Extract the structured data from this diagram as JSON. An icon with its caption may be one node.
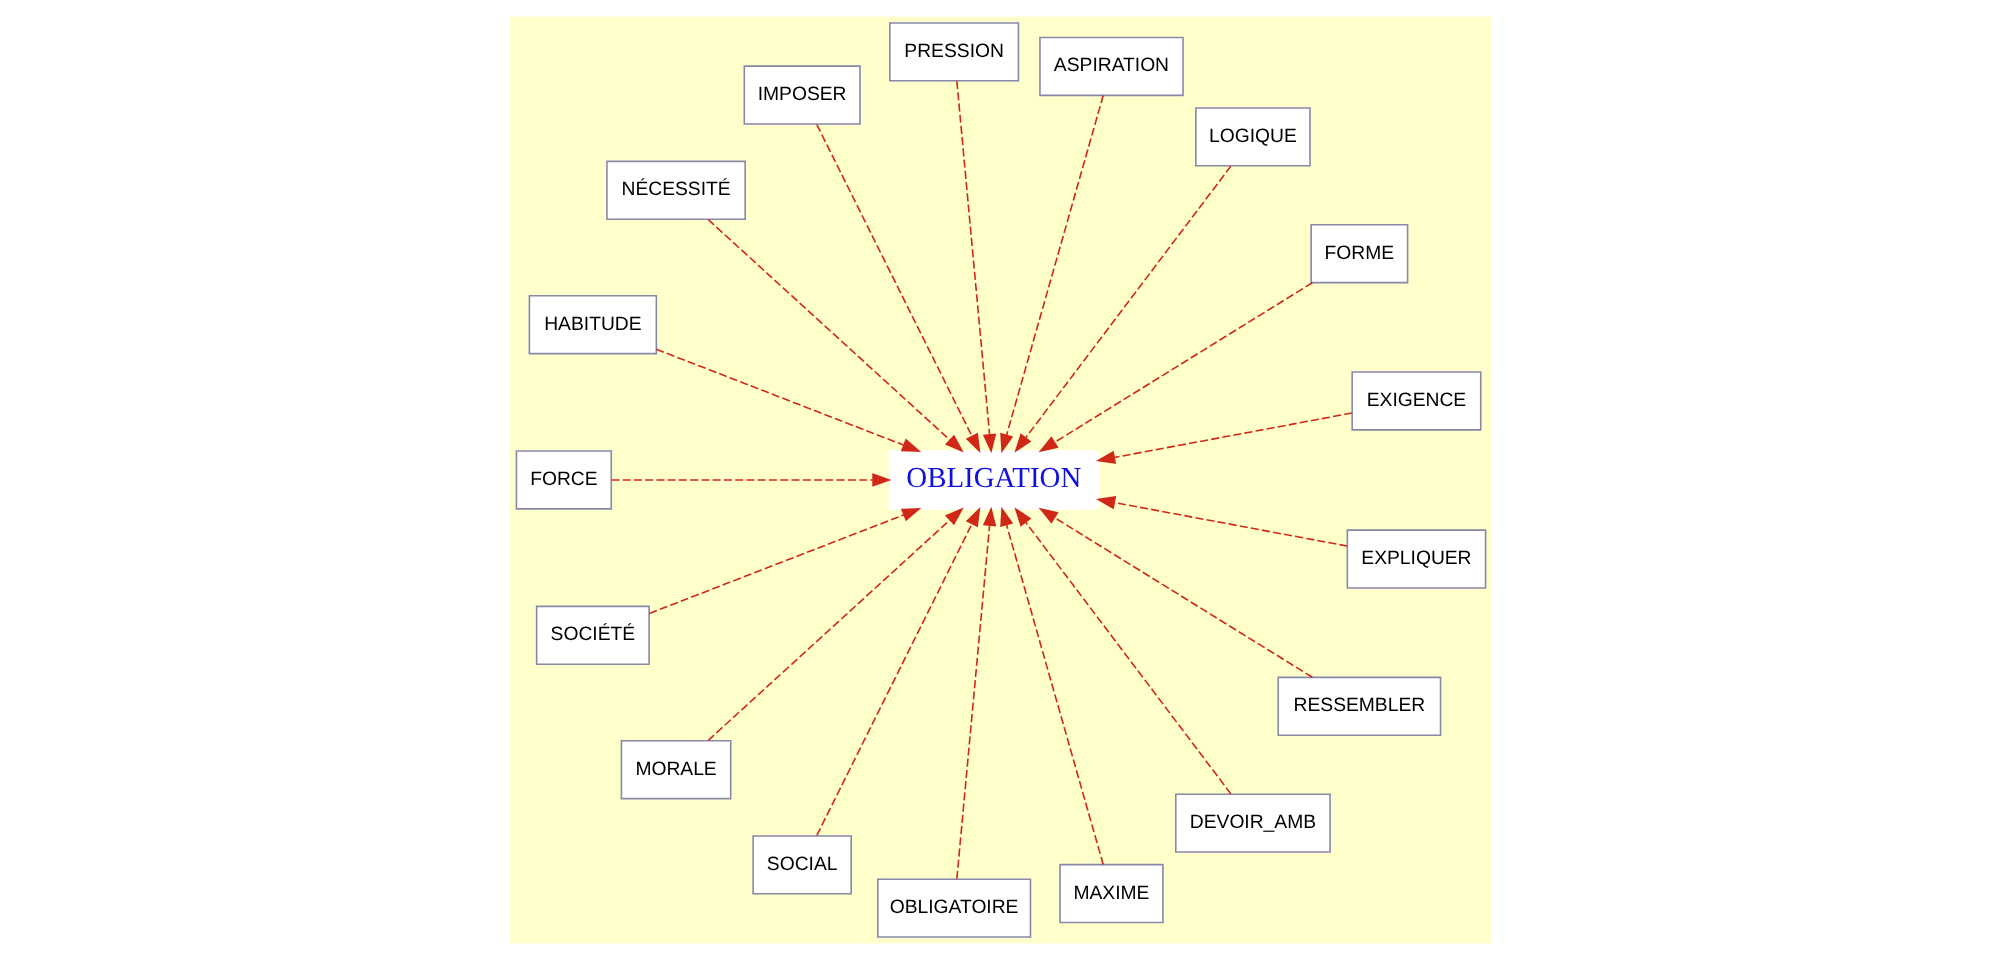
{
  "diagram": {
    "nodes": [
      {
        "text": [
          "OBLIGATION"
        ]
      },
      {
        "text": [
          "EXIGENCE"
        ]
      },
      {
        "text": [
          "FORME"
        ]
      },
      {
        "text": [
          "LOGIQUE"
        ]
      },
      {
        "text": [
          "ASPIRATION"
        ]
      },
      {
        "text": [
          "PRESSION"
        ]
      },
      {
        "text": [
          "IMPOSER"
        ]
      },
      {
        "text": [
          "NÉCESSITÉ"
        ]
      },
      {
        "text": [
          "HABITUDE"
        ]
      },
      {
        "text": [
          "FORCE"
        ]
      },
      {
        "text": [
          "SOCIÉTÉ"
        ]
      },
      {
        "text": [
          "MORALE"
        ]
      },
      {
        "text": [
          "SOCIAL"
        ]
      },
      {
        "text": [
          "OBLIGATOIRE"
        ]
      },
      {
        "text": [
          "MAXIME"
        ]
      },
      {
        "text": [
          "DEVOIR_AMB"
        ]
      },
      {
        "text": [
          "RESSEMBLER"
        ]
      },
      {
        "text": [
          "EXPLIQUER"
        ]
      }
    ],
    "edges": [
      {
        "from": 1,
        "to": 0,
        "arrow": "to",
        "style": "dashed"
      },
      {
        "from": 2,
        "to": 0,
        "arrow": "to",
        "style": "dashed"
      },
      {
        "from": 3,
        "to": 0,
        "arrow": "to",
        "style": "dashed"
      },
      {
        "from": 4,
        "to": 0,
        "arrow": "to",
        "style": "dashed"
      },
      {
        "from": 5,
        "to": 0,
        "arrow": "to",
        "style": "dashed"
      },
      {
        "from": 6,
        "to": 0,
        "arrow": "to",
        "style": "dashed"
      },
      {
        "from": 7,
        "to": 0,
        "arrow": "to",
        "style": "dashed"
      },
      {
        "from": 8,
        "to": 0,
        "arrow": "to",
        "style": "dashed"
      },
      {
        "from": 9,
        "to": 0,
        "arrow": "to",
        "style": "dashed"
      },
      {
        "from": 10,
        "to": 0,
        "arrow": "to",
        "style": "dashed"
      },
      {
        "from": 11,
        "to": 0,
        "arrow": "to",
        "style": "dashed"
      },
      {
        "from": 12,
        "to": 0,
        "arrow": "to",
        "style": "dashed"
      },
      {
        "from": 13,
        "to": 0,
        "arrow": "to",
        "style": "dashed"
      },
      {
        "from": 14,
        "to": 0,
        "arrow": "to",
        "style": "dashed"
      },
      {
        "from": 15,
        "to": 0,
        "arrow": "to",
        "style": "dashed"
      },
      {
        "from": 16,
        "to": 0,
        "arrow": "to",
        "style": "dashed"
      },
      {
        "from": 17,
        "to": 0,
        "arrow": "to",
        "style": "dashed"
      }
    ]
  }
}
